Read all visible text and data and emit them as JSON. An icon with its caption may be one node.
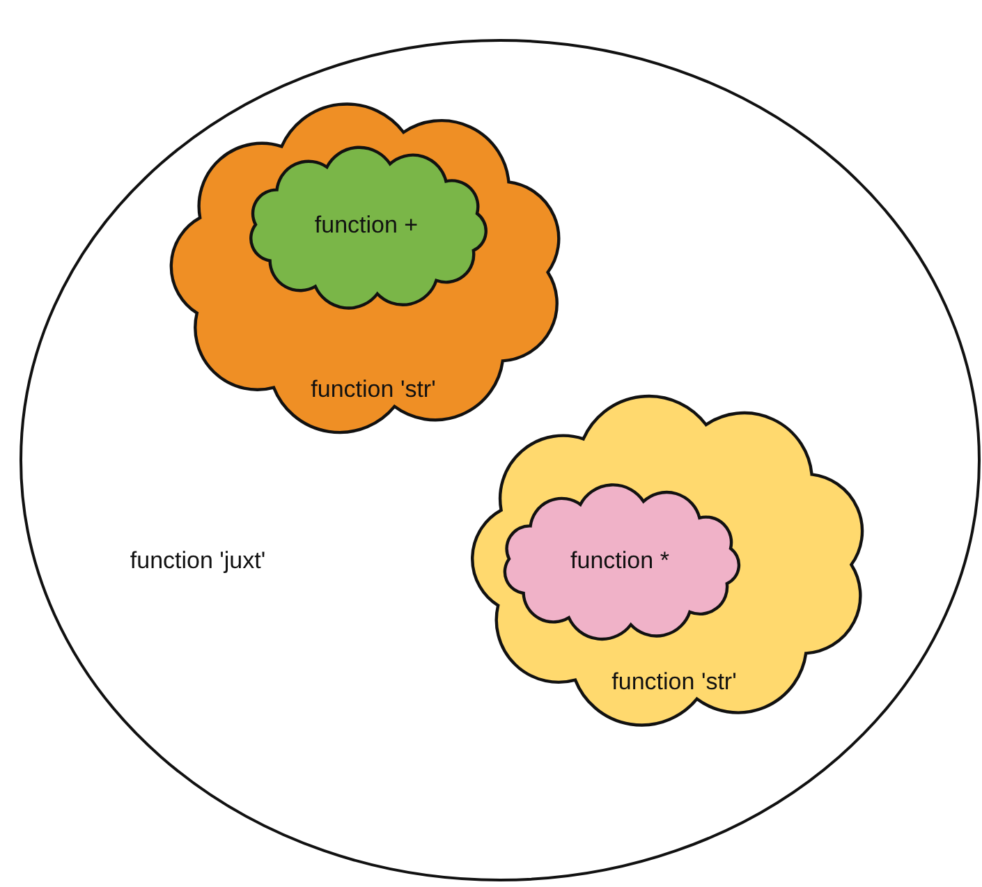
{
  "diagram": {
    "nodes": [
      {
        "text": [
          "function 'juxt'"
        ]
      },
      {
        "text": [
          "function 'str'"
        ],
        "in": 0
      },
      {
        "text": [
          "function +"
        ],
        "in": 1
      },
      {
        "text": [
          "function 'str'"
        ],
        "in": 0
      },
      {
        "text": [
          "function *"
        ],
        "in": 3
      }
    ]
  }
}
